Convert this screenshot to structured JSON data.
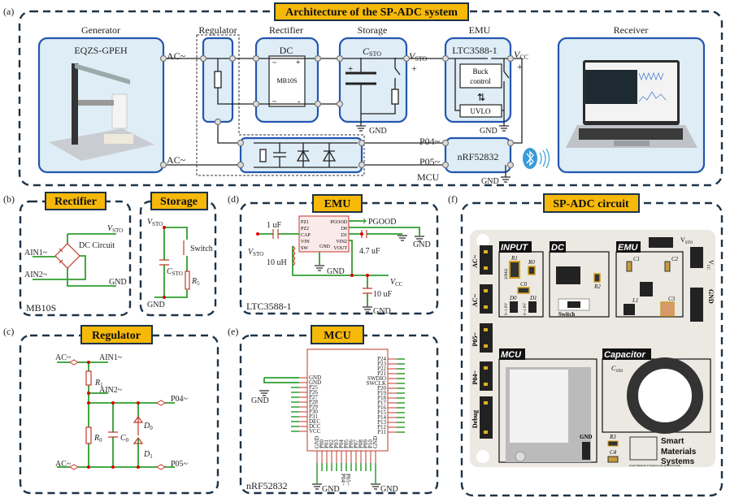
{
  "panel_a": {
    "letter": "(a)",
    "title": "Architecture of the SP-ADC system",
    "generator": {
      "label": "Generator",
      "model": "EQZS-GPEH"
    },
    "regulator": {
      "label": "Regulator"
    },
    "rectifier": {
      "label": "Rectifier",
      "dc": "DC",
      "chip": "MB10S",
      "ac_in": "~",
      "plus": "+",
      "minus": "-"
    },
    "storage": {
      "label": "Storage",
      "cap": {
        "main": "C",
        "sub": "STO"
      },
      "plus": "+"
    },
    "vsto": {
      "main": "V",
      "sub": "STO"
    },
    "vsto_plus": "+",
    "emu": {
      "label": "EMU",
      "chip": "LTC3588-1",
      "buck1": "Buck",
      "buck2": "control",
      "uvlo": "UVLO"
    },
    "vcc": {
      "main": "V",
      "sub": "CC"
    },
    "vcc_plus": "+",
    "receiver": {
      "label": "Receiver"
    },
    "ac_top": "AC~",
    "ac_bottom": "AC~",
    "mcu": {
      "chip": "nRF52832",
      "p04": "P04~",
      "p05": "P05~",
      "label": "MCU"
    },
    "gnd": "GND",
    "icons": [
      "bluetooth-icon",
      "wireless-signal-icon",
      "laptop-icon",
      "ground-icon"
    ]
  },
  "panel_b": {
    "letter": "(b)",
    "title": "Rectifier",
    "vsto": {
      "main": "V",
      "sub": "STO"
    },
    "ain1": "AIN1~",
    "ain2": "AIN2~",
    "dc_circuit": "DC Circuit",
    "gnd": "GND",
    "chip": "MB10S"
  },
  "panel_storage": {
    "title": "Storage",
    "vsto": {
      "main": "V",
      "sub": "STO"
    },
    "switch": "Switch",
    "cap": {
      "main": "C",
      "sub": "STO"
    },
    "res": {
      "main": "R",
      "sub": "5"
    },
    "gnd": "GND"
  },
  "panel_c": {
    "letter": "(c)",
    "title": "Regulator",
    "ac1": "AC~",
    "ain1": "AIN1~",
    "r1": {
      "main": "R",
      "sub": "1"
    },
    "ain2": "AIN2~",
    "p04": "P04~",
    "r0": {
      "main": "R",
      "sub": "0"
    },
    "c0": {
      "main": "C",
      "sub": "0"
    },
    "d0": {
      "main": "D",
      "sub": "0"
    },
    "d1": {
      "main": "D",
      "sub": "1"
    },
    "ac2": "AC~",
    "p05": "P05~"
  },
  "panel_d": {
    "letter": "(d)",
    "title": "EMU",
    "cap1": "1 uF",
    "pins_left": [
      "PZ1",
      "PZ2",
      "CAP",
      "VIN",
      "SW"
    ],
    "pins_right": [
      "PGOOD",
      "D0",
      "D1",
      "VIN2",
      "VOUT"
    ],
    "gnd_pin": "GND",
    "pgood": "PGOOD",
    "vsto": {
      "main": "V",
      "sub": "STO"
    },
    "ind": "10 uH",
    "cap2": "4.7 uF",
    "gnd": "GND",
    "vcc": {
      "main": "V",
      "sub": "CC"
    },
    "cap3": "10 uF",
    "chip": "LTC3588-1"
  },
  "panel_e": {
    "letter": "(e)",
    "title": "MCU",
    "pins_left": [
      "GND",
      "GND",
      "P25",
      "P26",
      "P27",
      "P28",
      "P29",
      "P30",
      "P31",
      "DEC",
      "DCC",
      "VCC"
    ],
    "pins_right": [
      "P24",
      "P23",
      "P22",
      "P21",
      "SWDIO",
      "SWCLK",
      "P20",
      "P19",
      "P18",
      "P17",
      "P16",
      "P15",
      "P14",
      "P13",
      "P12",
      "P11"
    ],
    "pins_bottom": [
      "GND",
      "P00",
      "P01",
      "P02",
      "P03",
      "P04",
      "P05",
      "P06",
      "P07",
      "P08",
      "P09",
      "P10",
      "GND"
    ],
    "net_p04": "P04~",
    "net_p05": "P05~",
    "gnd": "GND",
    "chip": "nRF52832"
  },
  "panel_f": {
    "letter": "(f)",
    "title": "SP-ADC circuit",
    "sections": [
      "INPUT",
      "DC",
      "EMU",
      "MCU",
      "Capacitor"
    ],
    "headers": [
      "AC~",
      "AC~",
      "P05~",
      "P04~",
      "Debug"
    ],
    "vsto": {
      "main": "V",
      "sub": "STO"
    },
    "vcc": {
      "main": "V",
      "sub": "CC"
    },
    "gnd_right": "GND",
    "gnd_mcu": "GND",
    "input_parts": {
      "r1": "R1",
      "r0": "R0",
      "r1_val": "20MΩ",
      "c0": "C0",
      "d0": "D0",
      "d1": "D1",
      "d_range": "0~1.8V"
    },
    "dc_parts": {
      "r2": "R2",
      "switch": "Switch"
    },
    "emu_parts": {
      "c1": "C1",
      "c2": "C2",
      "l1": "L1",
      "c3": "C3"
    },
    "cap_label": {
      "main": "C",
      "sub": "STO"
    },
    "misc": {
      "r3": "R3",
      "c4": "C4"
    },
    "logo": {
      "line1": "Smart",
      "line2": "Materials",
      "line3": "Systems",
      "footer": "Smart Materials & Systems Lab @ HKUST(GZ)"
    }
  }
}
